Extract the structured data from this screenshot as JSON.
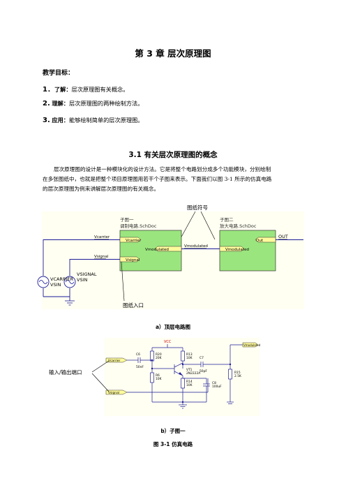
{
  "title": "第 3 章    层次原理图",
  "objectives": {
    "heading": "教学目标：",
    "items": [
      {
        "num": "1．",
        "key": "了解：",
        "text": "层次原理图有关概念。"
      },
      {
        "num": "2.",
        "key": "理解：",
        "text": "层次原理图的两种绘制方法。"
      },
      {
        "num": "3.",
        "key": "应用：",
        "text": "能够绘制简单的层次原理图。"
      }
    ]
  },
  "section": "3.1    有关层次原理图的概念",
  "paragraph": {
    "line1": "层次原理图的设计是一种模块化的设计方法。它是将整个电路划分成多个功能模块，分别绘制",
    "line2": "在多张图纸中，也就是把整个项目原理图用若干个子图来表示。下面我们以图 3-1 所示的仿真电路",
    "line3": "的层次原理图为例来讲解层次原理图的有关概念。"
  },
  "figure_a": {
    "annotation_symbol": "图纸符号",
    "annotation_entry": "图纸入口",
    "sheet1": {
      "title1": "子图一",
      "title2": "调制电路.SchDoc",
      "ports": [
        "Vcarrier",
        "Vsignal",
        "Vmodulated"
      ]
    },
    "sheet2": {
      "title1": "子图二",
      "title2": "放大电路.SchDoc",
      "ports": [
        "Out",
        "Vmodulated"
      ]
    },
    "nets": {
      "vcarrier": "Vcarrier",
      "vsignal": "Vsignal",
      "vmod": "Vmodulated",
      "out": "OUT"
    },
    "sources": [
      {
        "name": "VCARRIER",
        "type": "VSIN"
      },
      {
        "name": "VSIGNAL",
        "type": "VSIN"
      }
    ],
    "caption": "a）顶层电路图"
  },
  "figure_b": {
    "annotation_io": "输入/输出端口",
    "vcc": "VCC",
    "components": {
      "r20": [
        "R20",
        "20K"
      ],
      "r13": [
        "R13",
        "10K"
      ],
      "c7": [
        "C7",
        "50pF"
      ],
      "c6": [
        "C6",
        "50nF"
      ],
      "r6": [
        "R6",
        "10K"
      ],
      "vt1": [
        "VT1",
        "2N2222A"
      ],
      "r14": [
        "R14",
        "10K"
      ],
      "c8": [
        "C8",
        "100uF"
      ],
      "r15": [
        "R15",
        "2.5K"
      ]
    },
    "ports": {
      "vcarrier": "Vcarrier",
      "vsignal": "Vsignal",
      "vmod": "Vmodulated"
    },
    "caption": "b）子图一"
  },
  "figure_caption": "图 3-1    仿真电路"
}
